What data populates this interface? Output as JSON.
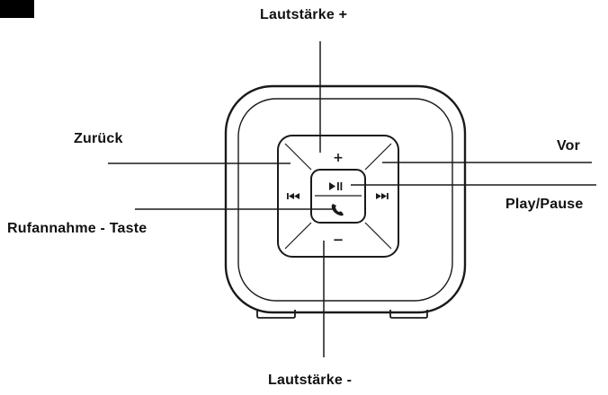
{
  "labels": {
    "volume_up": "Lautstärke +",
    "back": "Zurück",
    "next": "Vor",
    "play_pause": "Play/Pause",
    "call_answer": "Rufannahme - Taste",
    "volume_down": "Lautstärke -"
  },
  "button_glyphs": {
    "plus": "+",
    "minus": "−",
    "play_pause": "▶II",
    "previous": "⏮",
    "next": "⏭"
  },
  "icons": [
    "phone-icon",
    "previous-track-icon",
    "next-track-icon",
    "play-pause-icon"
  ],
  "colors": {
    "stroke": "#1a1a1a",
    "background": "#ffffff",
    "text": "#111111"
  }
}
